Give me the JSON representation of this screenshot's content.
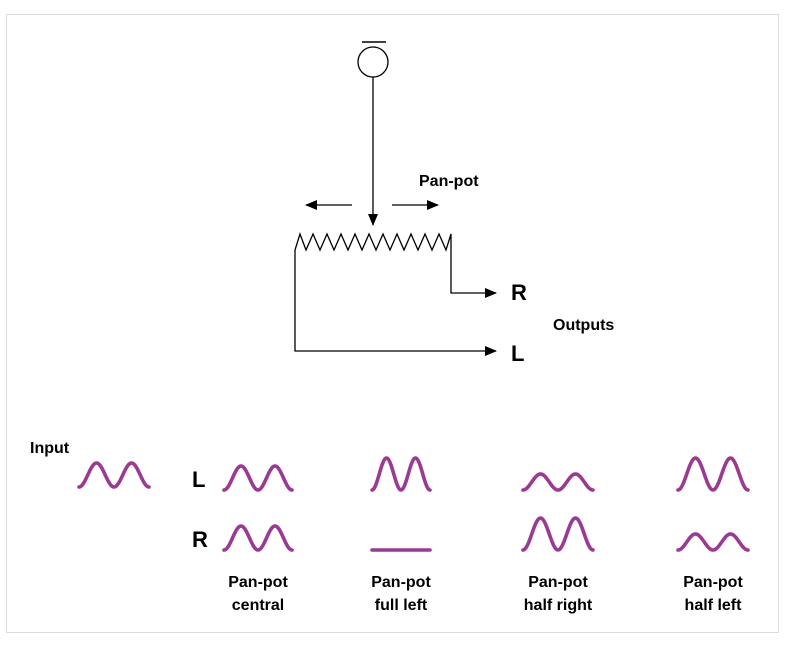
{
  "diagram": {
    "pan_pot_label": "Pan-pot",
    "output_r_label": "R",
    "output_l_label": "L",
    "outputs_label": "Outputs",
    "input_label": "Input",
    "row_l_label": "L",
    "row_r_label": "R",
    "wave_color": "#9b3a93",
    "captions": [
      {
        "line1": "Pan-pot",
        "line2": "central"
      },
      {
        "line1": "Pan-pot",
        "line2": "full left"
      },
      {
        "line1": "Pan-pot",
        "line2": "half right"
      },
      {
        "line1": "Pan-pot",
        "line2": "half left"
      }
    ],
    "levels": [
      {
        "setting": "central",
        "L": 0.75,
        "R": 0.75
      },
      {
        "setting": "full left",
        "L": 1.0,
        "R": 0.0
      },
      {
        "setting": "half right",
        "L": 0.5,
        "R": 1.0
      },
      {
        "setting": "half left",
        "L": 1.0,
        "R": 0.5
      }
    ],
    "input_level": 0.75
  }
}
